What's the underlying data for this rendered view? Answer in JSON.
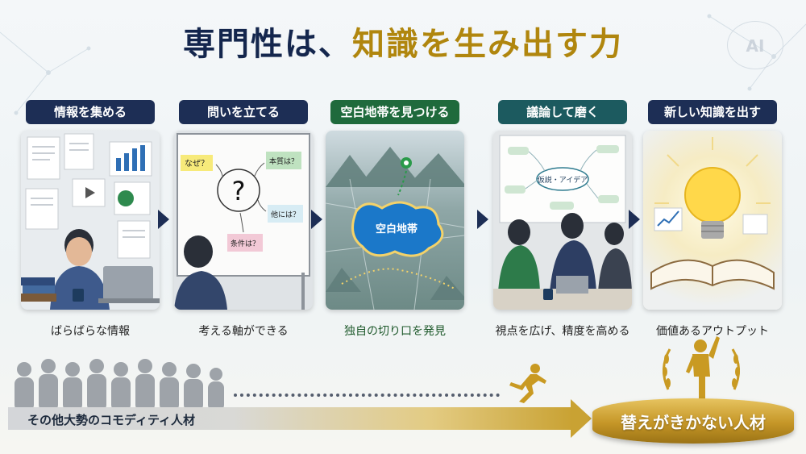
{
  "title": {
    "part1": "専門性は、",
    "part2": "知識を生み出す力"
  },
  "ai_badge": "AI",
  "steps": [
    {
      "heading": "情報を集める",
      "caption": "ばらばらな情報",
      "color": "#1d2e55"
    },
    {
      "heading": "問いを立てる",
      "caption": "考える軸ができる",
      "color": "#1d2e55",
      "notes": {
        "q1": "なぜ？",
        "q2": "本質は？",
        "q3": "他には？",
        "q4": "条件は？",
        "center": "?"
      }
    },
    {
      "heading": "空白地帯を見つける",
      "caption": "独自の切り口を発見",
      "color": "#1f6a3c",
      "area_label": "空白地帯"
    },
    {
      "heading": "議論して磨く",
      "caption": "視点を広げ、精度を高める",
      "color": "#1c5a5f",
      "board_label": "仮説・アイデア"
    },
    {
      "heading": "新しい知識を出す",
      "caption": "価値あるアウトプット",
      "color": "#1d2e55"
    }
  ],
  "bottom": {
    "commodity_label": "その他大勢のコモディティ人材",
    "irreplaceable_label": "替えがきかない人材"
  },
  "colors": {
    "navy": "#14264d",
    "gold": "#b0860e"
  }
}
